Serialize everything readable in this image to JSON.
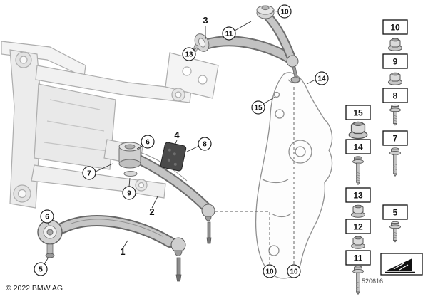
{
  "meta": {
    "copyright": "© 2022 BMW AG",
    "diagram_number": "520616"
  },
  "diagram": {
    "description": "BMW front axle upper and lower control arm exploded parts diagram with subframe and wheel carrier",
    "callouts": [
      {
        "label": "3",
        "shape": "plain",
        "part": "upper-control-arm"
      },
      {
        "label": "10",
        "shape": "circle",
        "part": "upper-arm-nut"
      },
      {
        "label": "11",
        "shape": "circle",
        "part": "upper-arm-bolt"
      },
      {
        "label": "13",
        "shape": "circle",
        "part": "upper-arm-rear-nut"
      },
      {
        "label": "14",
        "shape": "circle",
        "part": "wheel-carrier-bolt"
      },
      {
        "label": "15",
        "shape": "circle",
        "part": "wheel-carrier-nut"
      },
      {
        "label": "4",
        "shape": "plain",
        "part": "rubber-mount-block"
      },
      {
        "label": "8",
        "shape": "circle",
        "part": "mount-bolt"
      },
      {
        "label": "6",
        "shape": "circle",
        "part": "control-arm-bushing"
      },
      {
        "label": "7",
        "shape": "circle",
        "part": "subframe-bolt"
      },
      {
        "label": "9",
        "shape": "circle",
        "part": "washer"
      },
      {
        "label": "2",
        "shape": "plain",
        "part": "lower-control-arm-rear"
      },
      {
        "label": "6",
        "shape": "circle",
        "part": "control-arm-bushing"
      },
      {
        "label": "1",
        "shape": "plain",
        "part": "lower-control-arm-front"
      },
      {
        "label": "5",
        "shape": "circle",
        "part": "bushing-bolt"
      },
      {
        "label": "10",
        "shape": "circle",
        "part": "ball-joint-nut"
      },
      {
        "label": "10",
        "shape": "circle",
        "part": "ball-joint-nut"
      }
    ]
  },
  "legend": {
    "right_column": [
      {
        "label": "10",
        "icon": "flange-nut"
      },
      {
        "label": "9",
        "icon": "flange-nut"
      },
      {
        "label": "8",
        "icon": "flange-bolt"
      },
      {
        "label": "7",
        "icon": "long-bolt"
      },
      {
        "label": "5",
        "icon": "flange-bolt"
      }
    ],
    "left_column": [
      {
        "label": "15",
        "icon": "hex-nut-large"
      },
      {
        "label": "14",
        "icon": "long-bolt"
      },
      {
        "label": "13",
        "icon": "flange-nut"
      },
      {
        "label": "12",
        "icon": "flange-nut"
      },
      {
        "label": "11",
        "icon": "long-bolt"
      }
    ],
    "travel_symbol": "direction-of-travel"
  }
}
